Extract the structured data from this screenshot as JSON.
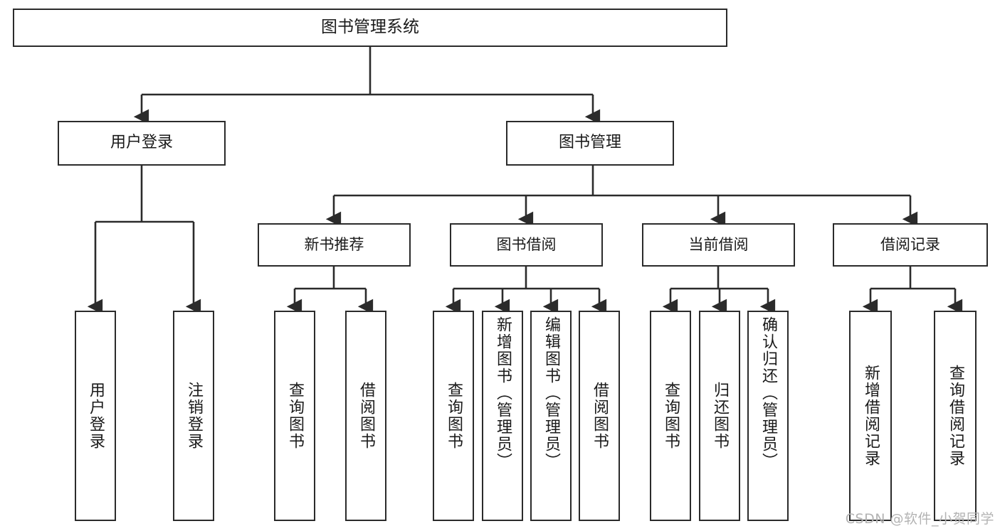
{
  "diagram": {
    "title": "图书管理系统",
    "watermark": "CSDN @软件_小贺同学",
    "stroke_color": "#2b2b2b",
    "text_color": "#1a1a1a",
    "background_color": "#ffffff",
    "watermark_color": "#b3b3b3",
    "type": "tree-hierarchy",
    "levels": 4
  },
  "nodes": {
    "root": {
      "label": "图书管理系统"
    },
    "level2": [
      {
        "label": "用户登录"
      },
      {
        "label": "图书管理"
      }
    ],
    "level3": [
      {
        "label": "新书推荐"
      },
      {
        "label": "图书借阅"
      },
      {
        "label": "当前借阅"
      },
      {
        "label": "借阅记录"
      }
    ],
    "leaves_user_login": [
      {
        "label": "用户登录"
      },
      {
        "label": "注销登录"
      }
    ],
    "leaves_new_book": [
      {
        "label": "查询图书"
      },
      {
        "label": "借阅图书"
      }
    ],
    "leaves_borrow": [
      {
        "label": "查询图书"
      },
      {
        "label": "新增图书（管理员）"
      },
      {
        "label": "编辑图书（管理员）"
      },
      {
        "label": "借阅图书"
      }
    ],
    "leaves_current": [
      {
        "label": "查询图书"
      },
      {
        "label": "归还图书"
      },
      {
        "label": "确认归还（管理员）"
      }
    ],
    "leaves_record": [
      {
        "label": "新增借阅记录"
      },
      {
        "label": "查询借阅记录"
      }
    ]
  }
}
